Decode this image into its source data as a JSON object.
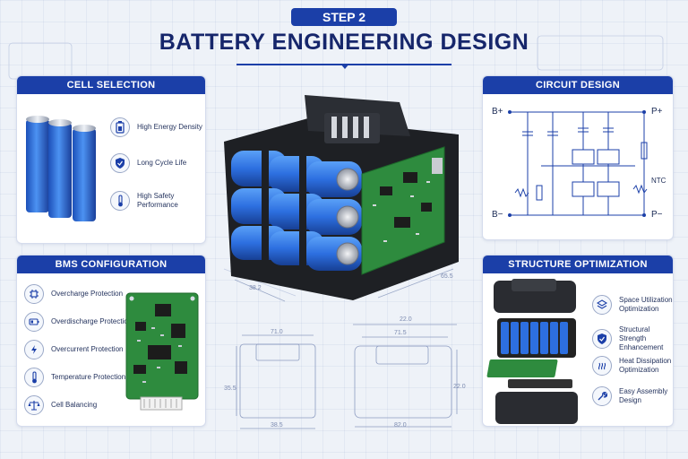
{
  "header": {
    "step": "STEP 2",
    "title": "BATTERY ENGINEERING DESIGN"
  },
  "cell_selection": {
    "title": "CELL SELECTION",
    "features": [
      {
        "label": "High Energy Density",
        "icon": "battery-icon"
      },
      {
        "label": "Long Cycle Life",
        "icon": "shield-check-icon"
      },
      {
        "label": "High Safety Performance",
        "icon": "thermometer-icon"
      }
    ]
  },
  "circuit_design": {
    "title": "CIRCUIT DESIGN",
    "labels": {
      "b_plus": "B+",
      "b_minus": "B−",
      "p_plus": "P+",
      "p_minus": "P−",
      "ntc": "NTC"
    }
  },
  "bms_configuration": {
    "title": "BMS CONFIGURATION",
    "features": [
      {
        "label": "Overcharge Protection",
        "icon": "chip-icon"
      },
      {
        "label": "Overdischarge Protection",
        "icon": "battery-low-icon"
      },
      {
        "label": "Overcurrent Protection",
        "icon": "lightning-icon"
      },
      {
        "label": "Temperature Protection",
        "icon": "thermometer-icon"
      },
      {
        "label": "Cell Balancing",
        "icon": "balance-scale-icon"
      }
    ]
  },
  "structure_optimization": {
    "title": "STRUCTURE OPTIMIZATION",
    "features": [
      {
        "label": "Space Utilization Optimization",
        "icon": "layers-icon"
      },
      {
        "label": "Structural Strength Enhancement",
        "icon": "shield-check-icon"
      },
      {
        "label": "Heat Dissipation Optimization",
        "icon": "heat-icon"
      },
      {
        "label": "Easy Assembly Design",
        "icon": "wrench-icon"
      }
    ]
  },
  "dimensions": {
    "render_top_left": "38.2",
    "render_top_right": "65.5",
    "left_drawing_top": "71.0",
    "left_drawing_side": "35.5",
    "left_drawing_bottom": "38.5",
    "right_drawing_top_outer": "22.0",
    "right_drawing_top_inner": "71.5",
    "right_drawing_side": "22.0",
    "right_drawing_bottom": "82.0"
  },
  "colors": {
    "primary": "#1b3fa8",
    "title": "#16266b",
    "cell_blue": "#2d6fe0",
    "pcb_green": "#2e8b3e"
  }
}
